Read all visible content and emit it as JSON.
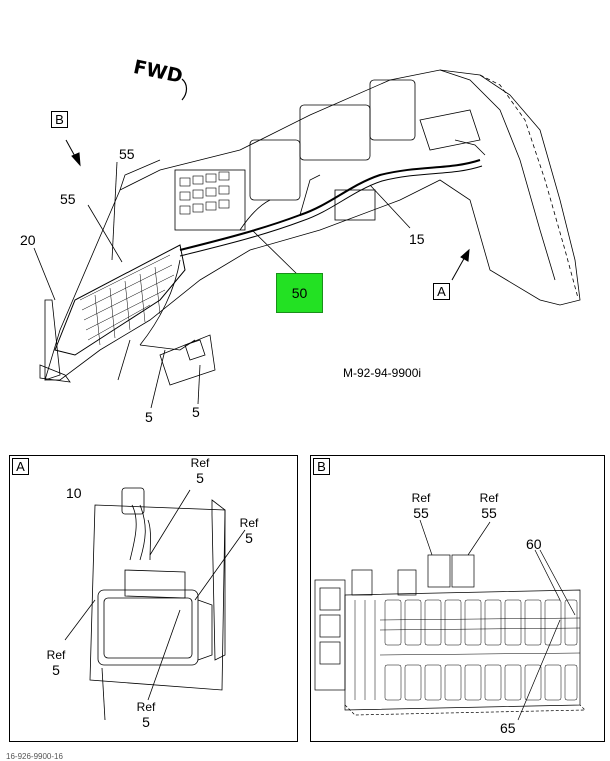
{
  "main_view": {
    "fwd": "FWD",
    "view_b_tag": "B",
    "view_a_tag": "A",
    "callouts": {
      "c55_top": "55",
      "c55_mid": "55",
      "c20": "20",
      "c15": "15",
      "c50": "50",
      "c5_left": "5",
      "c5_right": "5"
    },
    "drawing_code": "M-92-94-9900i"
  },
  "detail_a": {
    "tag": "A",
    "c10": "10",
    "refs": [
      {
        "ref": "Ref",
        "num": "5"
      },
      {
        "ref": "Ref",
        "num": "5"
      },
      {
        "ref": "Ref",
        "num": "5"
      },
      {
        "ref": "Ref",
        "num": "5"
      }
    ]
  },
  "detail_b": {
    "tag": "B",
    "refs": [
      {
        "ref": "Ref",
        "num": "55"
      },
      {
        "ref": "Ref",
        "num": "55"
      }
    ],
    "c60": "60",
    "c65": "65"
  },
  "footer": "16-926-9900-16"
}
